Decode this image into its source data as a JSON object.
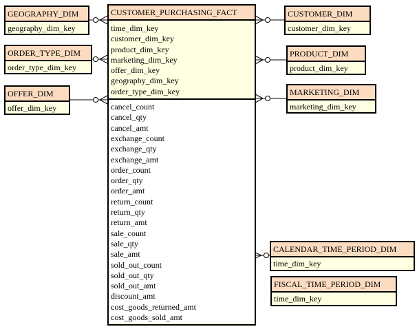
{
  "fact": {
    "name": "CUSTOMER_PURCHASING_FACT",
    "keys": [
      "time_dim_key",
      "customer_dim_key",
      "product_dim_key",
      "marketing_dim_key",
      "offer_dim_key",
      "geography_dim_key",
      "order_type_dim_key"
    ],
    "measures": [
      "cancel_count",
      "cancel_qty",
      "cancel_amt",
      "exchange_count",
      "exchange_qty",
      "exchange_amt",
      "order_count",
      "order_qty",
      "order_amt",
      "return_count",
      "return_qty",
      "return_amt",
      "sale_count",
      "sale_qty",
      "sale_amt",
      "sold_out_count",
      "sold_out_qty",
      "sold_out_amt",
      "discount_amt",
      "cost_goods_returned_amt",
      "cost_goods_sold_amt"
    ]
  },
  "dims": {
    "geography": {
      "name": "GEOGRAPHY_DIM",
      "key": "geography_dim_key"
    },
    "order_type": {
      "name": "ORDER_TYPE_DIM",
      "key": "order_type_dim_key"
    },
    "offer": {
      "name": "OFFER_DIM",
      "key": "offer_dim_key"
    },
    "customer": {
      "name": "CUSTOMER_DIM",
      "key": "customer_dim_key"
    },
    "product": {
      "name": "PRODUCT_DIM",
      "key": "product_dim_key"
    },
    "marketing": {
      "name": "MARKETING_DIM",
      "key": "marketing_dim_key"
    },
    "calendar": {
      "name": "CALENDAR_TIME_PERIOD_DIM",
      "key": "time_dim_key"
    },
    "fiscal": {
      "name": "FISCAL_TIME_PERIOD_DIM",
      "key": "time_dim_key"
    }
  },
  "colors": {
    "header": "#fcdcc0",
    "body": "#ffffe1"
  }
}
